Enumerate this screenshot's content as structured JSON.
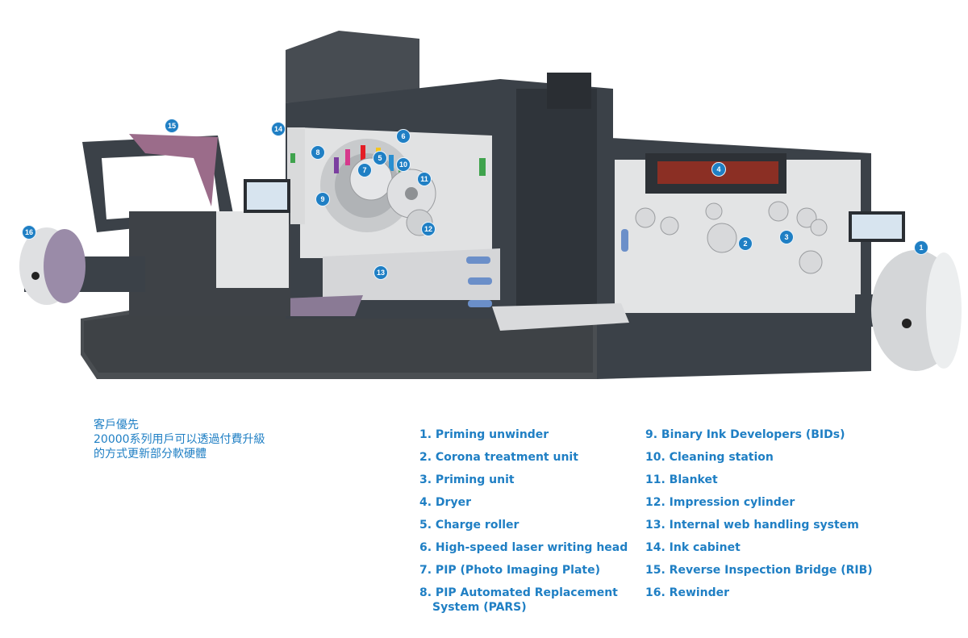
{
  "intro": {
    "heading": "客戶優先",
    "line1": "20000系列用戶可以透過付費升級",
    "line2": "的方式更新部分軟硬體"
  },
  "legend": [
    "1. Priming unwinder",
    "2. Corona treatment unit",
    "3. Priming unit",
    "4. Dryer",
    "5. Charge roller",
    "6. High-speed laser writing head",
    "7. PIP (Photo Imaging Plate)",
    "8. PIP Automated Replacement",
    "System (PARS)",
    "9. Binary Ink Developers (BIDs)",
    "10. Cleaning station",
    "11. Blanket",
    "12. Impression cylinder",
    "13. Internal web handling system",
    "14. Ink cabinet",
    "15. Reverse Inspection Bridge (RIB)",
    "16. Rewinder"
  ],
  "callouts": [
    "1",
    "2",
    "3",
    "4",
    "5",
    "6",
    "7",
    "8",
    "9",
    "10",
    "11",
    "12",
    "13",
    "14",
    "15",
    "16"
  ],
  "colors": {
    "accent": "#1f7fc4",
    "machine_dark": "#3b4148",
    "machine_light": "#e6e7e8"
  }
}
